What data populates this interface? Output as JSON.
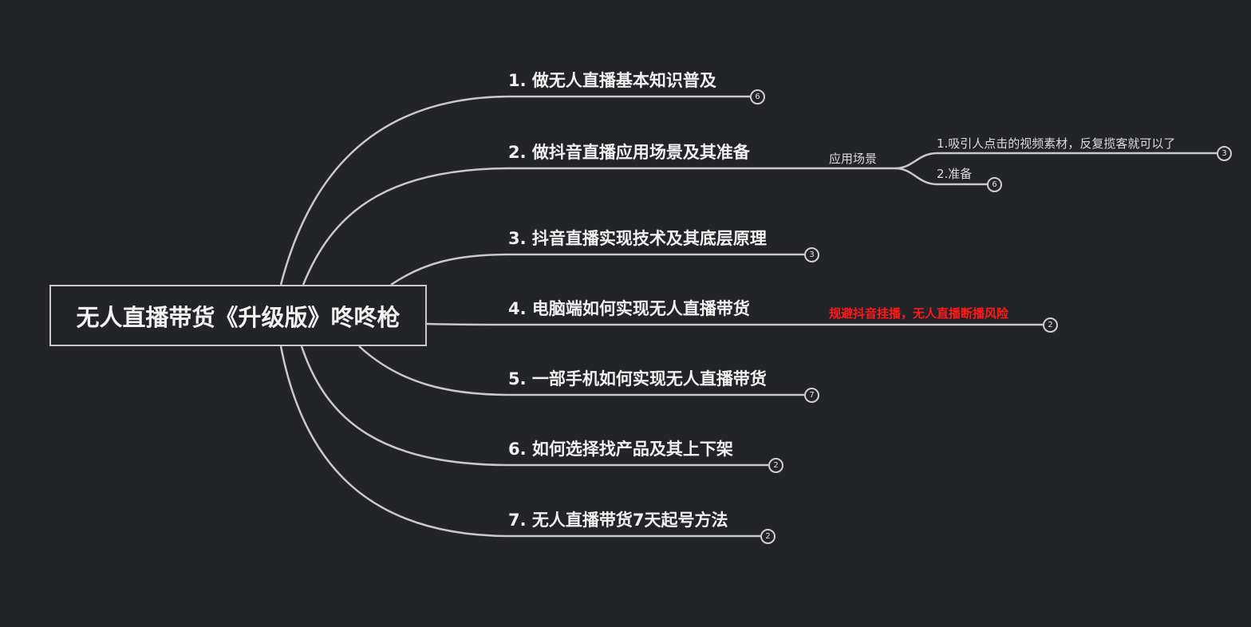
{
  "root": {
    "title": "无人直播带货《升级版》咚咚枪"
  },
  "topics": [
    {
      "label": "1. 做无人直播基本知识普及",
      "count": "6"
    },
    {
      "label": "2. 做抖音直播应用场景及其准备",
      "count": ""
    },
    {
      "label": "3. 抖音直播实现技术及其底层原理",
      "count": "3"
    },
    {
      "label": "4. 电脑端如何实现无人直播带货",
      "count": ""
    },
    {
      "label": "5. 一部手机如何实现无人直播带货",
      "count": "7"
    },
    {
      "label": "6. 如何选择找产品及其上下架",
      "count": "2"
    },
    {
      "label": "7. 无人直播带货7天起号方法",
      "count": "2"
    }
  ],
  "topic2_child": {
    "label": "应用场景",
    "children": [
      {
        "label": "1.吸引人点击的视频素材，反复揽客就可以了",
        "count": "3"
      },
      {
        "label": "2.准备",
        "count": "6"
      }
    ]
  },
  "topic4_child": {
    "label": "规避抖音挂播，无人直播断播风险",
    "count": "2",
    "color": "#ff1a1a"
  },
  "colors": {
    "background": "#232428",
    "line": "#c9c9c9",
    "accent": "#ff1a1a"
  }
}
